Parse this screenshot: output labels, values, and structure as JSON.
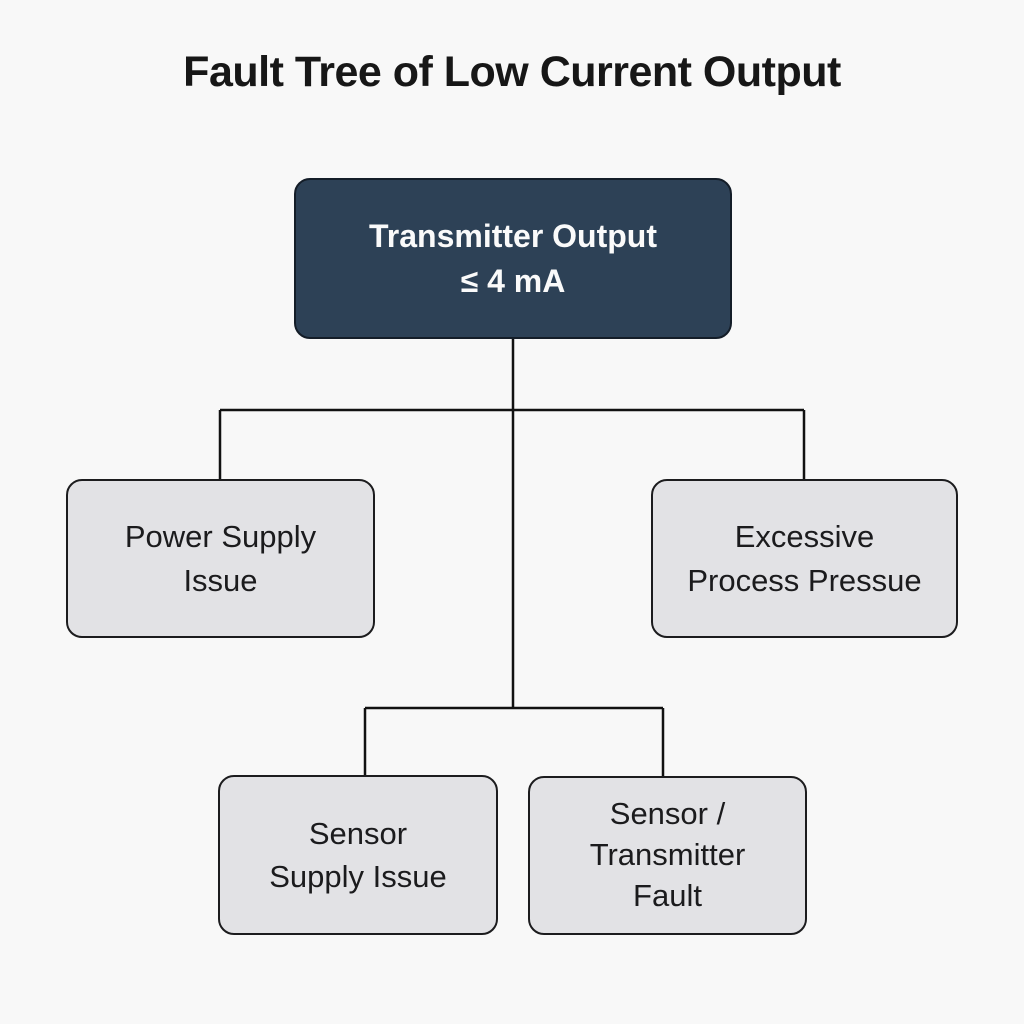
{
  "title": "Fault Tree of Low Current Output",
  "colors": {
    "background": "#f8f8f8",
    "root_fill": "#2d4156",
    "root_text": "#fafafa",
    "child_fill": "#e2e2e5",
    "child_text": "#1b1b1d",
    "connector": "#111111"
  },
  "diagram": {
    "root": {
      "id": "transmitter-output",
      "label": "Transmitter Output\n≤ 4 mA"
    },
    "children": [
      {
        "id": "power-supply-issue",
        "label": "Power Supply\nIssue"
      },
      {
        "id": "excessive-process-pressue",
        "label": "Excessive\nProcess Pressue"
      }
    ],
    "grandchildren": [
      {
        "id": "sensor-supply-issue",
        "label": "Sensor\nSupply Issue"
      },
      {
        "id": "sensor-transmitter-fault",
        "label": "Sensor /\nTransmitter\nFault"
      }
    ]
  }
}
